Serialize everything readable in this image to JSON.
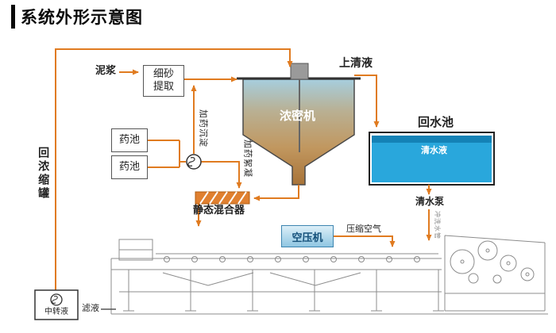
{
  "title": "系统外形示意图",
  "colors": {
    "pipe_orange": "#E07B20",
    "water_blue": "#29A7DC",
    "mixer_orange": "#E08030",
    "machine_gray": "#8C8C8C",
    "thickener_top": "#A6CEDE",
    "thickener_bottom": "#A87338"
  },
  "nodes": {
    "mud": "泥浆",
    "sand_extract": "细砂提取",
    "supernatant": "上清液",
    "thickener": "浓密机",
    "return_pool": "回水池",
    "clear_water": "清水液",
    "chem_tank_1": "药池",
    "chem_tank_2": "药池",
    "dose_sediment": "加药沉淀",
    "dose_floc": "加药絮凝",
    "static_mixer": "静态混合器",
    "return_thickener": "回浓缩罐",
    "clear_pump": "清水泵",
    "flush_pipe": "冲洗水管",
    "air_compressor": "空压机",
    "compressed_air": "压缩空气",
    "transfer_tank": "中转液",
    "filtrate": "滤液"
  }
}
